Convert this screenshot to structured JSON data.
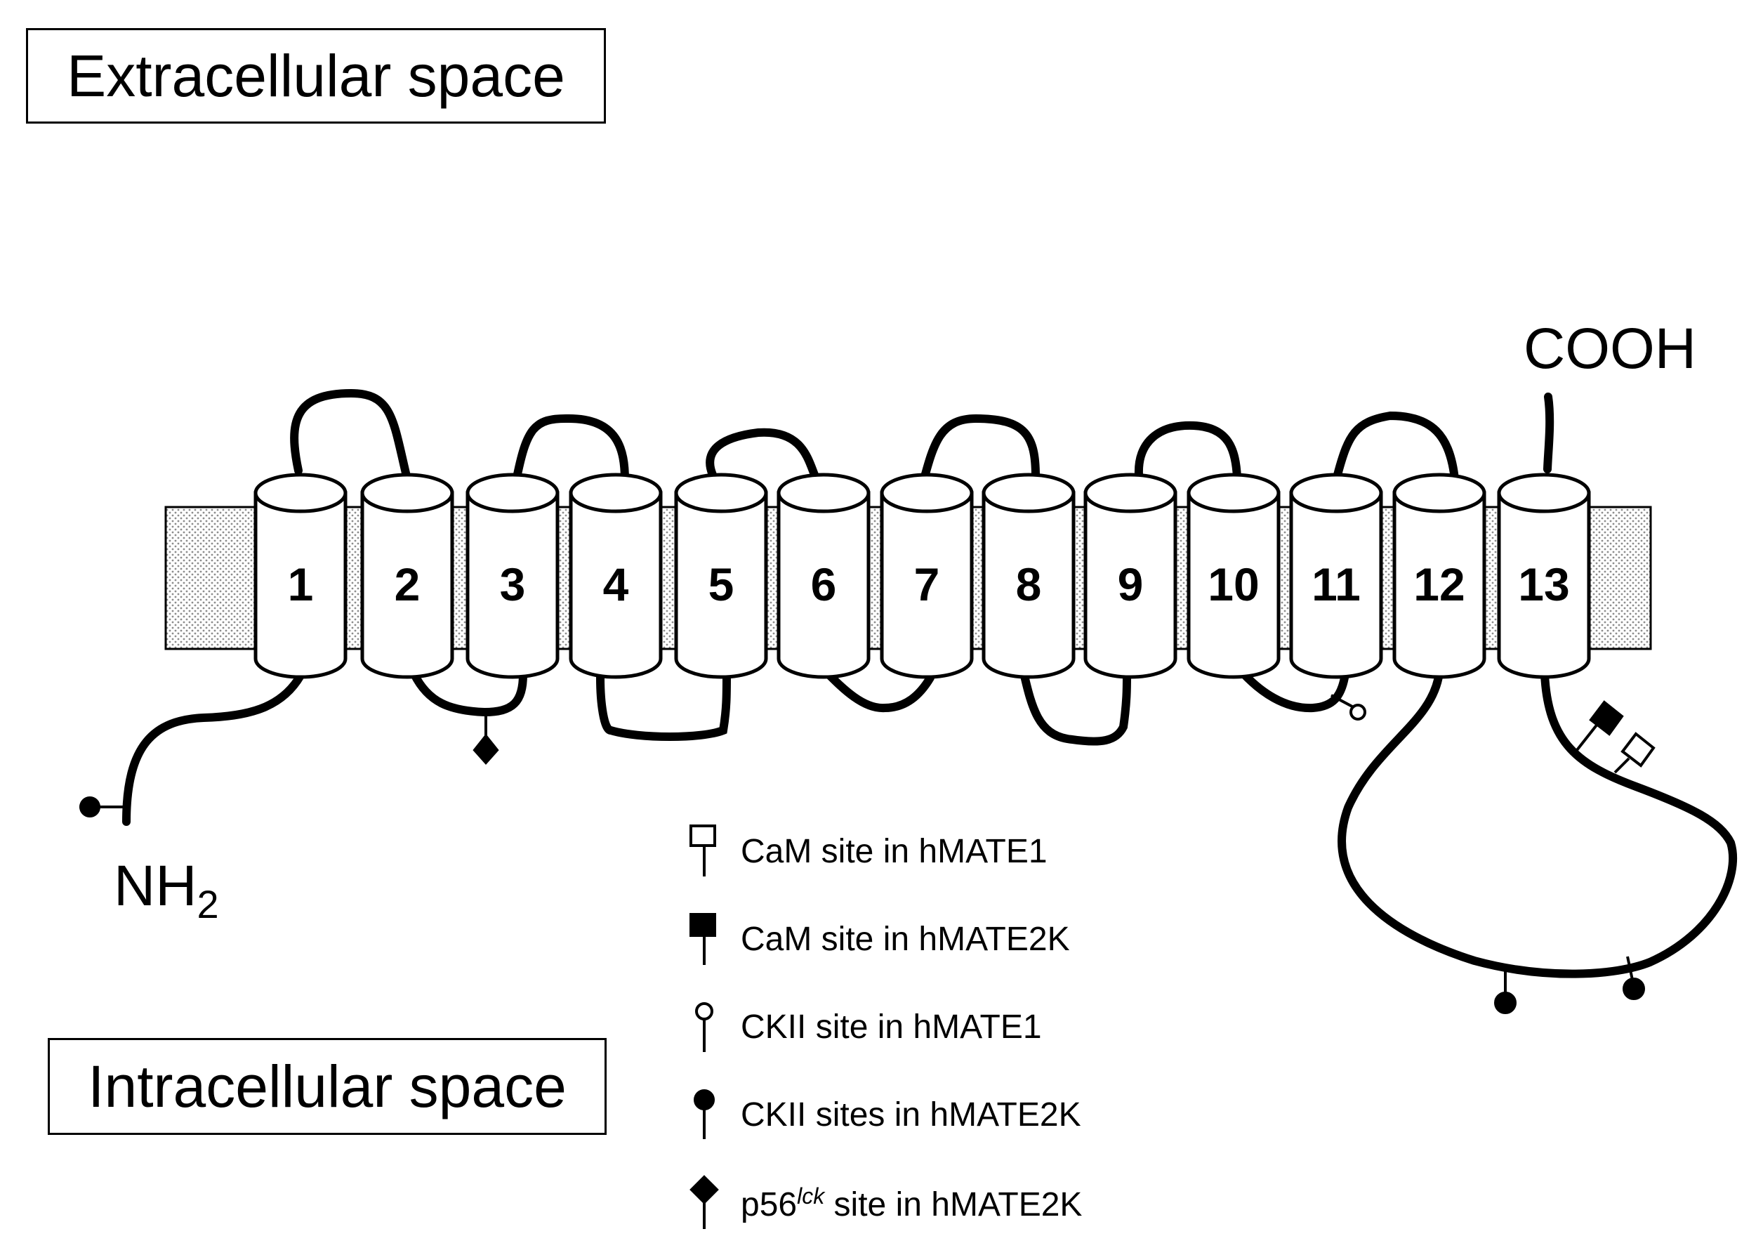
{
  "regions": {
    "extracellular": "Extracellular  space",
    "intracellular": "Intracellular space"
  },
  "termini": {
    "c_terminus": "COOH",
    "n_terminus_base": "NH",
    "n_terminus_sub": "2"
  },
  "helices": [
    "1",
    "2",
    "3",
    "4",
    "5",
    "6",
    "7",
    "8",
    "9",
    "10",
    "11",
    "12",
    "13"
  ],
  "legend": [
    {
      "symbol": "open-square",
      "text": "CaM site in hMATE1"
    },
    {
      "symbol": "filled-square",
      "text": "CaM site in hMATE2K"
    },
    {
      "symbol": "open-circle",
      "text": "CKII  site in hMATE1"
    },
    {
      "symbol": "filled-circle",
      "text": "CKII  sites in hMATE2K"
    },
    {
      "symbol": "filled-diamond",
      "prefix": "p56",
      "superscript": "lck",
      "suffix": " site in hMATE2K"
    }
  ],
  "colors": {
    "stroke": "#000000",
    "fill": "#ffffff",
    "membrane_dots": "#8c8c8c"
  }
}
